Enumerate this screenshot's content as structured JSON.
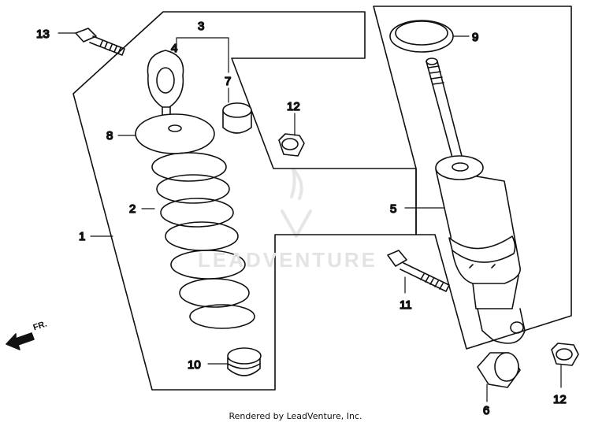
{
  "callouts": {
    "c1": "1",
    "c2": "2",
    "c3": "3",
    "c4": "4",
    "c5": "5",
    "c6": "6",
    "c7": "7",
    "c8": "8",
    "c9": "9",
    "c10": "10",
    "c11": "11",
    "c12a": "12",
    "c12b": "12",
    "c13": "13"
  },
  "direction_label": "FR.",
  "watermark": "LEADVENTURE",
  "footer": "Rendered by LeadVenture, Inc.",
  "colors": {
    "ink": "#111111",
    "background": "#ffffff",
    "watermark": "#e3e3e3"
  }
}
